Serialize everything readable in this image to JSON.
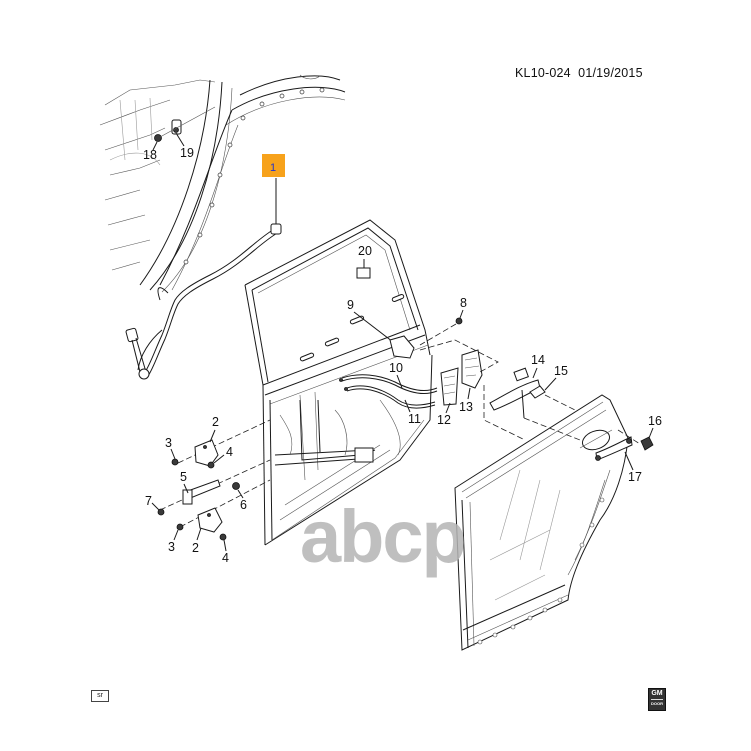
{
  "header": {
    "reference_id": "KL10-024",
    "date": "01/19/2015"
  },
  "highlight_color": "#f7a21b",
  "callouts": [
    {
      "id": "1",
      "highlighted": true
    },
    {
      "id": "2"
    },
    {
      "id": "3"
    },
    {
      "id": "4"
    },
    {
      "id": "5"
    },
    {
      "id": "6"
    },
    {
      "id": "7"
    },
    {
      "id": "8"
    },
    {
      "id": "9"
    },
    {
      "id": "10"
    },
    {
      "id": "11"
    },
    {
      "id": "12"
    },
    {
      "id": "13"
    },
    {
      "id": "14"
    },
    {
      "id": "15"
    },
    {
      "id": "16"
    },
    {
      "id": "17"
    },
    {
      "id": "18"
    },
    {
      "id": "19"
    },
    {
      "id": "20"
    }
  ],
  "labels": {
    "c1": "1",
    "c2a": "2",
    "c2b": "2",
    "c3a": "3",
    "c3b": "3",
    "c4a": "4",
    "c4b": "4",
    "c5": "5",
    "c6": "6",
    "c7": "7",
    "c8": "8",
    "c9": "9",
    "c10": "10",
    "c11": "11",
    "c12": "12",
    "c13": "13",
    "c14": "14",
    "c15": "15",
    "c16": "16",
    "c17": "17",
    "c18": "18",
    "c19": "19",
    "c20": "20"
  },
  "watermark": "abcp",
  "footer": {
    "left_badge": "sr",
    "logo_text": "GM",
    "logo_sub": "DOOR"
  }
}
